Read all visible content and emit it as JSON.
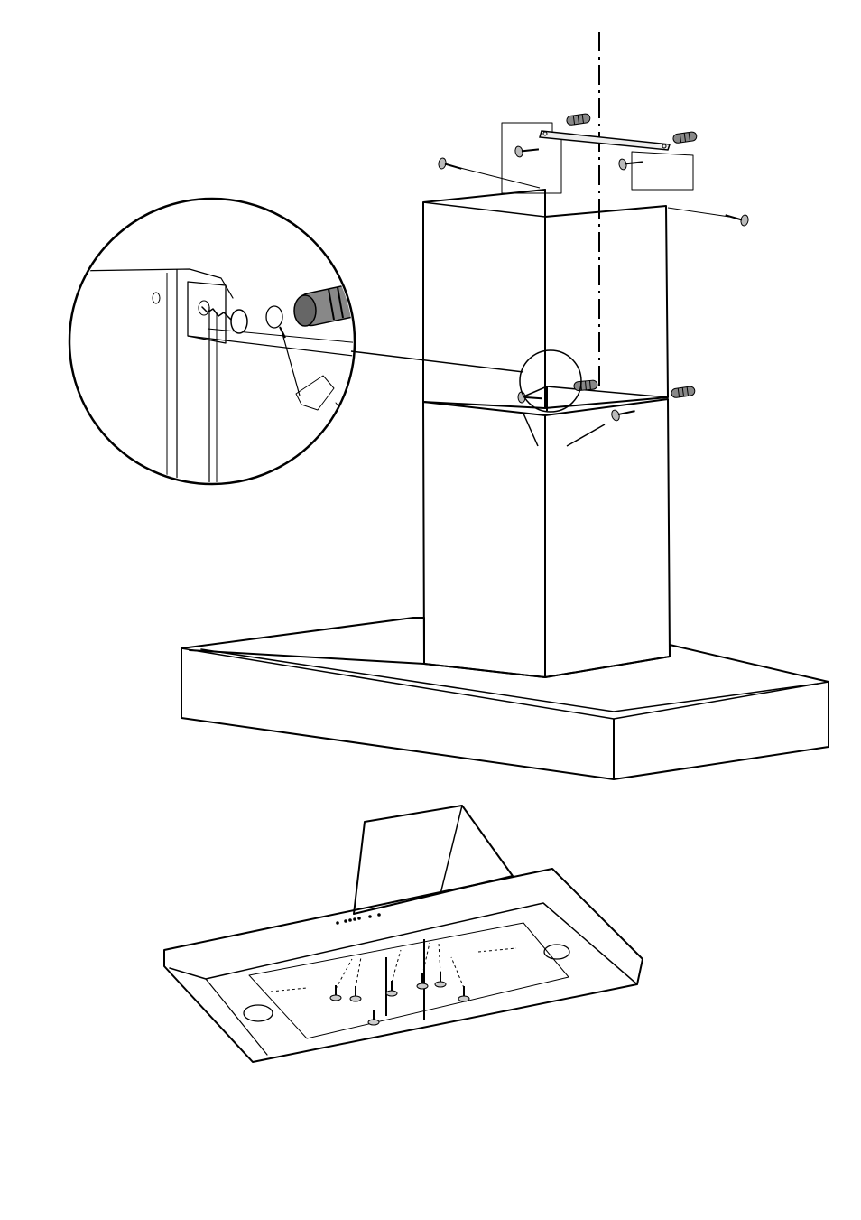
{
  "figure": {
    "kind": "assembly-instruction-drawing",
    "stroke_color": "#000000",
    "background_color": "#ffffff",
    "anchor_fill": "#555555",
    "steps": [
      {
        "name": "chimney-and-bracket-mounting",
        "parts": [
          "upper-chimney",
          "lower-chimney",
          "ceiling-bracket",
          "middle-bracket",
          "wall-plugs",
          "screws",
          "detail-circle"
        ]
      },
      {
        "name": "hood-underside-screws",
        "parts": [
          "hood-body",
          "filter-panels",
          "screws",
          "lamps"
        ]
      }
    ]
  }
}
